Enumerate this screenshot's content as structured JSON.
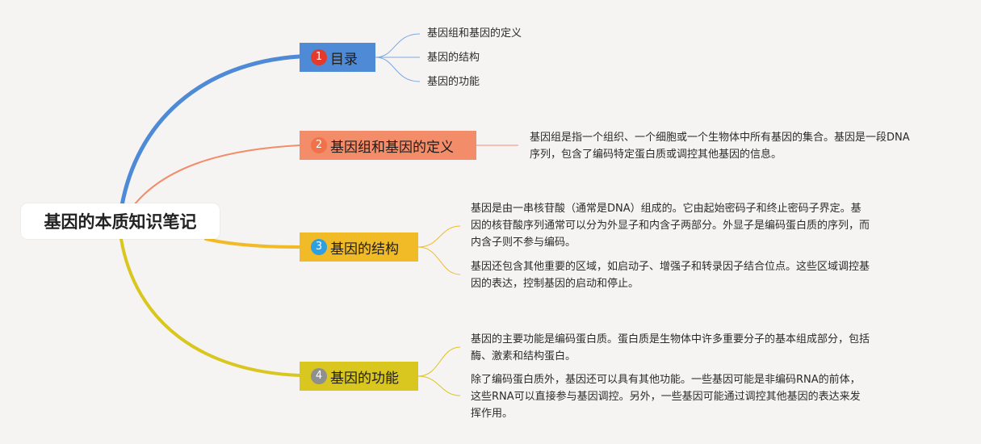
{
  "root": {
    "title": "基因的本质知识笔记"
  },
  "topics": [
    {
      "num": "1",
      "label": "目录"
    },
    {
      "num": "2",
      "label": "基因组和基因的定义"
    },
    {
      "num": "3",
      "label": "基因的结构"
    },
    {
      "num": "4",
      "label": "基因的功能"
    }
  ],
  "toc": [
    "基因组和基因的定义",
    "基因的结构",
    "基因的功能"
  ],
  "definition": "基因组是指一个组织、一个细胞或一个生物体中所有基因的集合。基因是一段DNA序列，包含了编码特定蛋白质或调控其他基因的信息。",
  "structure": [
    "基因是由一串核苷酸（通常是DNA）组成的。它由起始密码子和终止密码子界定。基因的核苷酸序列通常可以分为外显子和内含子两部分。外显子是编码蛋白质的序列，而内含子则不参与编码。",
    "基因还包含其他重要的区域，如启动子、增强子和转录因子结合位点。这些区域调控基因的表达，控制基因的启动和停止。"
  ],
  "function": [
    "基因的主要功能是编码蛋白质。蛋白质是生物体中许多重要分子的基本组成部分，包括酶、激素和结构蛋白。",
    "除了编码蛋白质外，基因还可以具有其他功能。一些基因可能是非编码RNA的前体，这些RNA可以直接参与基因调控。另外，一些基因可能通过调控其他基因的表达来发挥作用。"
  ],
  "colors": {
    "background": "#f6f4f2",
    "topic1": "#4e8ad6",
    "topic2": "#f28c69",
    "topic3": "#f0bb27",
    "topic4": "#d9c61f"
  }
}
